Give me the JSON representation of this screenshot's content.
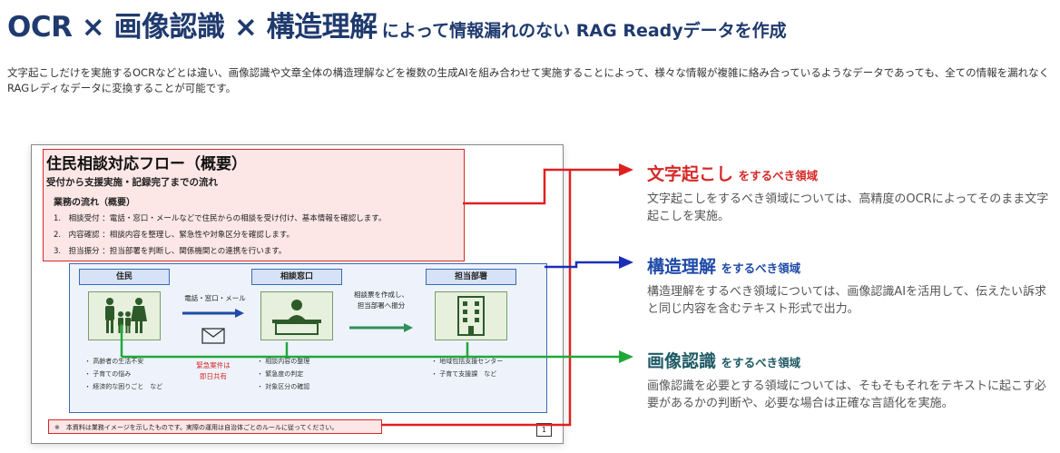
{
  "header": {
    "title_main": "OCR × 画像認識 × 構造理解",
    "title_sub": "によって情報漏れのない RAG Readyデータを作成"
  },
  "intro": "文字起こしだけを実施するOCRなどとは違い、画像認識や文章全体の構造理解などを複数の生成AIを組み合わせて実施することによって、様々な情報が複雑に絡み合っているようなデータであっても、全ての情報を漏れなくRAGレディなデータに変換することが可能です。",
  "slide": {
    "title": "住民相談対応フロー（概要）",
    "subtitle": "受付から支援実施・記録完了までの流れ",
    "flow_heading": "業務の流れ（概要）",
    "steps": [
      "1.　相談受付 ：電話・窓口・メールなどで住民からの相談を受け付け、基本情報を確認します。",
      "2.　内容確認 ：相談内容を整理し、緊急性や対象区分を確認します。",
      "3.　担当振分 ：担当部署を判断し、関係機関との連携を行います。"
    ],
    "columns": [
      {
        "header": "住民",
        "items": [
          "・ 高齢者の生活不安",
          "・ 子育ての悩み",
          "・ 経済的な困りごと　など"
        ]
      },
      {
        "header": "相談窓口",
        "items": [
          "・ 相談内容の整理",
          "・ 緊急度の判定",
          "・ 対象区分の確認"
        ]
      },
      {
        "header": "担当部署",
        "items": [
          "・ 地域包括支援センター",
          "・ 子育て支援課　など"
        ]
      }
    ],
    "arrow1_label": "電話・窓口・メール",
    "arrow2_label_line1": "相談票を作成し、",
    "arrow2_label_line2": "担当部署へ振分",
    "urgent_line1": "緊急案件は",
    "urgent_line2": "即日共有",
    "footnote": "※　本資料は業務イメージを示したものです。実際の運用は自治体ごとのルールに従ってください。",
    "page_number": "1"
  },
  "callouts": [
    {
      "title": "文字起こし",
      "suffix": "をするべき領域",
      "color": "#d62828",
      "desc": "文字起こしをするべき領域については、高精度のOCRによってそのまま文字起こしを実施。"
    },
    {
      "title": "構造理解",
      "suffix": "をするべき領域",
      "color": "#1f4aa8",
      "desc": "構造理解をするべき領域については、画像認識AIを活用して、伝えたい訴求と同じ内容を含むテキスト形式で出力。"
    },
    {
      "title": "画像認識",
      "suffix": "をするべき領域",
      "color": "#1f5a66",
      "desc": "画像認識を必要とする領域については、そもそもそれをテキストに起こす必要があるかの判断や、必要な場合は正確な言語化を実施。"
    }
  ],
  "colors": {
    "red": "#e02020",
    "blue": "#1a2fb8",
    "green": "#1fa83a",
    "navy": "#1f3a6e"
  }
}
